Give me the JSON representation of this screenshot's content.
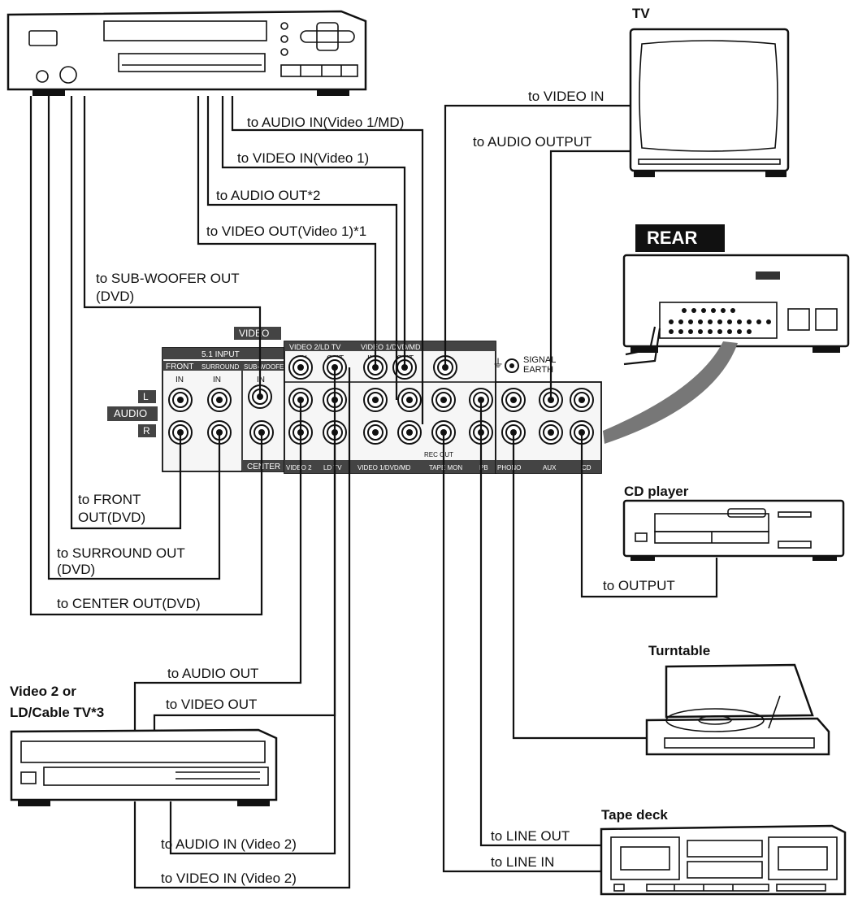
{
  "devices": {
    "tv": "TV",
    "rear": "REAR",
    "cd_player": "CD player",
    "turntable": "Turntable",
    "video2": "Video 2 or",
    "video2_line2": "LD/Cable TV*3",
    "tape_deck": "Tape deck"
  },
  "wires": {
    "audio_in_video1md": "to AUDIO IN(Video 1/MD)",
    "video_in_video1": "to VIDEO IN(Video 1)",
    "audio_out_2": "to AUDIO OUT*2",
    "video_out_video1": "to VIDEO OUT(Video 1)*1",
    "subwoofer_out": "to SUB-WOOFER OUT",
    "subwoofer_out_dvd": "(DVD)",
    "tv_video_in": "to VIDEO IN",
    "tv_audio_output": "to AUDIO OUTPUT",
    "front_out": "to FRONT",
    "front_out_dvd": "OUT(DVD)",
    "surround_out": "to SURROUND OUT",
    "surround_out_dvd": "(DVD)",
    "center_out": "to CENTER OUT(DVD)",
    "cd_output": "to OUTPUT",
    "v2_audio_out": "to AUDIO OUT",
    "v2_video_out": "to VIDEO OUT",
    "v2_audio_in": "to AUDIO IN (Video 2)",
    "v2_video_in": "to VIDEO IN (Video 2)",
    "tape_line_out": "to LINE OUT",
    "tape_line_in": "to LINE IN"
  },
  "panel": {
    "video_tag": "VIDEO",
    "audio_tag": "AUDIO",
    "l_tag": "L",
    "r_tag": "R",
    "input_51": "5.1 INPUT",
    "front": "FRONT",
    "surround": "SURROUND",
    "subwoofer": "SUB-WOOFER",
    "center": "CENTER",
    "in": "IN",
    "out": "OUT",
    "video2_ldtv": "VIDEO 2/LD TV",
    "video1_dvdmd": "VIDEO 1/DVD/MD",
    "video2_label": "VIDEO 2",
    "ldtv_label": "LD TV",
    "video1_label": "VIDEO 1/DVD/MD",
    "rec_out": "REC OUT",
    "tape_mon": "TAPE MON",
    "pb": "PB",
    "phono": "PHONO",
    "aux": "AUX",
    "cd": "CD",
    "signal": "SIGNAL",
    "earth": "EARTH"
  }
}
